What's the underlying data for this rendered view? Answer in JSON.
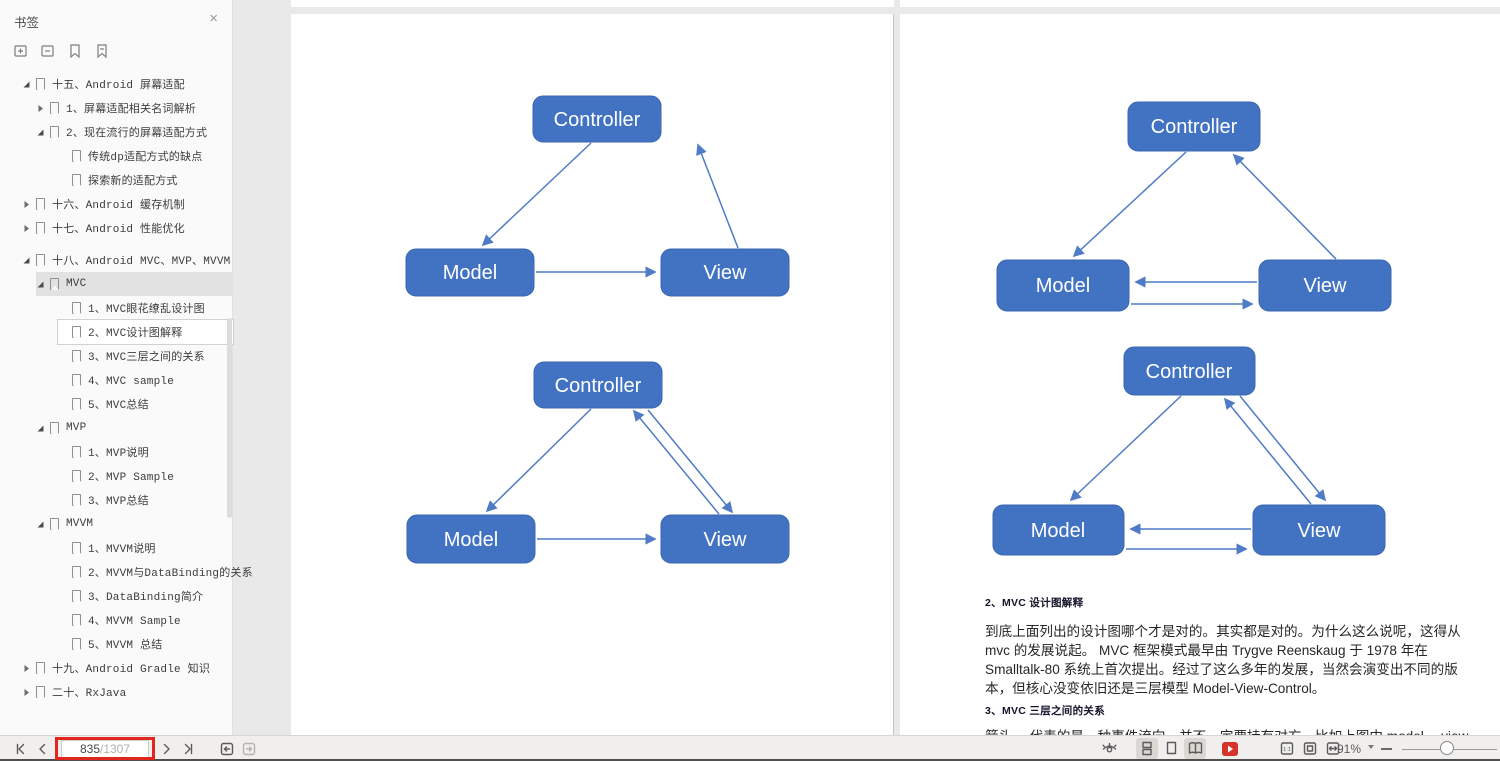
{
  "colors": {
    "node_blue": "#4273c3",
    "node_border": "#3a65ad",
    "arrow_blue": "#4f7bc7",
    "annotation_red": "#e0261d",
    "play_red": "#d6342a",
    "selected_gray": "#e2e2e2"
  },
  "sidebar": {
    "title": "书签",
    "close_glyph": "×",
    "toolbar_icons": [
      "expand-all-bookmarks",
      "collapse-all-bookmarks",
      "add-bookmark",
      "delete-bookmark"
    ],
    "items": [
      {
        "label": "十五、Android 屏幕适配",
        "level": 0,
        "marker": "expanded"
      },
      {
        "label": "1、屏幕适配相关名词解析",
        "level": 1,
        "marker": "collapsed"
      },
      {
        "label": "2、现在流行的屏幕适配方式",
        "level": 1,
        "marker": "expanded"
      },
      {
        "label": "传统dp适配方式的缺点",
        "level": 2,
        "marker": "none"
      },
      {
        "label": "探索新的适配方式",
        "level": 2,
        "marker": "none"
      },
      {
        "label": "十六、Android 缓存机制",
        "level": 0,
        "marker": "collapsed"
      },
      {
        "label": "十七、Android 性能优化",
        "level": 0,
        "marker": "collapsed"
      },
      {
        "label": "十八、Android MVC、MVP、MVVM",
        "level": 0,
        "marker": "expanded"
      },
      {
        "label": "MVC",
        "level": 1,
        "marker": "expanded",
        "selected": true
      },
      {
        "label": "1、MVC眼花缭乱设计图",
        "level": 2,
        "marker": "none"
      },
      {
        "label": "2、MVC设计图解释",
        "level": 2,
        "marker": "none",
        "focused": true
      },
      {
        "label": "3、MVC三层之间的关系",
        "level": 2,
        "marker": "none"
      },
      {
        "label": "4、MVC sample",
        "level": 2,
        "marker": "none"
      },
      {
        "label": "5、MVC总结",
        "level": 2,
        "marker": "none"
      },
      {
        "label": "MVP",
        "level": 1,
        "marker": "expanded"
      },
      {
        "label": "1、MVP说明",
        "level": 2,
        "marker": "none"
      },
      {
        "label": "2、MVP Sample",
        "level": 2,
        "marker": "none"
      },
      {
        "label": "3、MVP总结",
        "level": 2,
        "marker": "none"
      },
      {
        "label": "MVVM",
        "level": 1,
        "marker": "expanded"
      },
      {
        "label": "1、MVVM说明",
        "level": 2,
        "marker": "none"
      },
      {
        "label": "2、MVVM与DataBinding的关系",
        "level": 2,
        "marker": "none"
      },
      {
        "label": "3、DataBinding简介",
        "level": 2,
        "marker": "none"
      },
      {
        "label": "4、MVVM Sample",
        "level": 2,
        "marker": "none"
      },
      {
        "label": "5、MVVM 总结",
        "level": 2,
        "marker": "none"
      },
      {
        "label": "十九、Android Gradle 知识",
        "level": 0,
        "marker": "collapsed"
      },
      {
        "label": "二十、RxJava",
        "level": 0,
        "marker": "collapsed"
      }
    ]
  },
  "diagram": {
    "controller": "Controller",
    "model": "Model",
    "view": "View"
  },
  "page_right_text": {
    "heading2": "2、MVC 设计图解释",
    "para_lines": [
      "到底上面列出的设计图哪个才是对的。其实都是对的。为什么这么说呢，这得从",
      "mvc 的发展说起。  MVC 框架模式最早由 Trygve Reenskaug  于 1978 年在",
      "Smalltalk-80 系统上首次提出。经过了这么多年的发展，当然会演变出不同的版",
      "本，但核心没变依旧还是三层模型 Model-View-Control。"
    ],
    "heading3": "3、MVC 三层之间的关系",
    "clipped_line": "箭头 →代表的是一种事件流向，并不一定要持有对方，比如上图中 model →view"
  },
  "statusbar": {
    "page_current": "835",
    "page_total_suffix": "/1307",
    "zoom_level": "91%",
    "left_icons": [
      "first-page",
      "previous-page",
      "next-page",
      "last-page",
      "previous-view",
      "next-view"
    ],
    "right_icons": [
      "reading-mode-eye",
      "continuous-scroll-mode",
      "single-page-mode",
      "facing-page-mode",
      "play-read-mode",
      "actual-size",
      "fit-page",
      "fit-width",
      "zoom-out",
      "zoom-slider"
    ]
  }
}
